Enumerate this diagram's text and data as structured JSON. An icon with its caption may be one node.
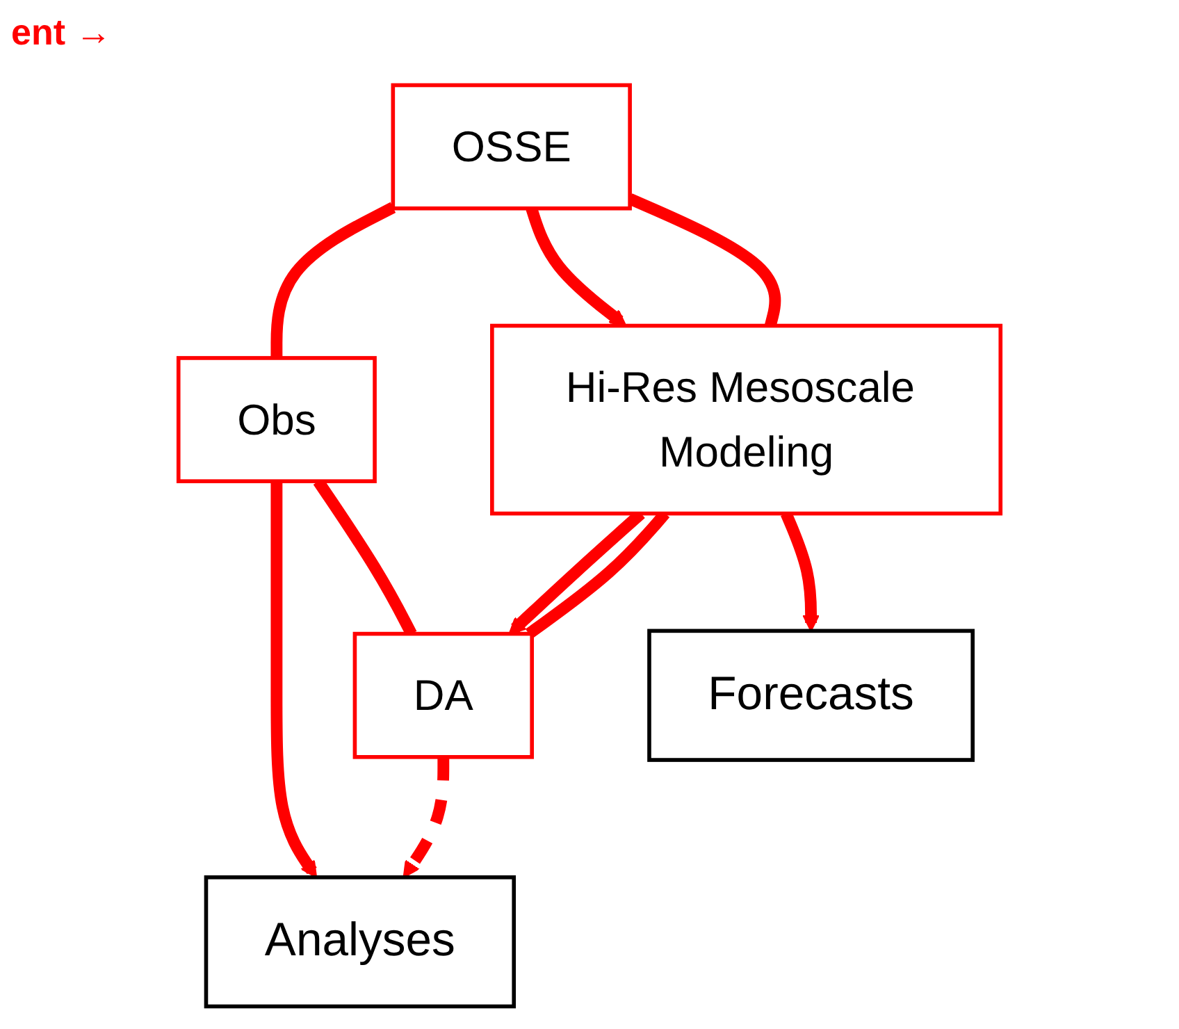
{
  "diagram": {
    "nodes": [
      {
        "text": [
          "Obs"
        ]
      },
      {
        "text": [
          "Analyses"
        ]
      },
      {
        "text": [
          "OSSE"
        ]
      },
      {
        "text": [
          "DA"
        ]
      },
      {
        "text": [
          "Hi-Res Mesoscale Modeling"
        ]
      },
      {
        "text": [
          "Forecasts"
        ]
      }
    ],
    "edges": [
      {
        "from": 0,
        "to": 1,
        "arrow": "to"
      },
      {
        "from": 2,
        "to": 0,
        "arrow": "none"
      },
      {
        "from": 0,
        "to": 3,
        "arrow": "none"
      },
      {
        "from": 3,
        "to": 1,
        "arrow": "to",
        "style": "dashed"
      },
      {
        "from": 2,
        "to": 4,
        "arrow": "to"
      },
      {
        "from": 4,
        "to": 3,
        "arrow": "to"
      },
      {
        "from": 2,
        "to": 4,
        "arrow": "none"
      },
      {
        "from": 4,
        "to": 3,
        "arrow": "none"
      },
      {
        "from": 4,
        "to": 5,
        "arrow": "to"
      }
    ],
    "labels": [
      "ent →"
    ]
  }
}
